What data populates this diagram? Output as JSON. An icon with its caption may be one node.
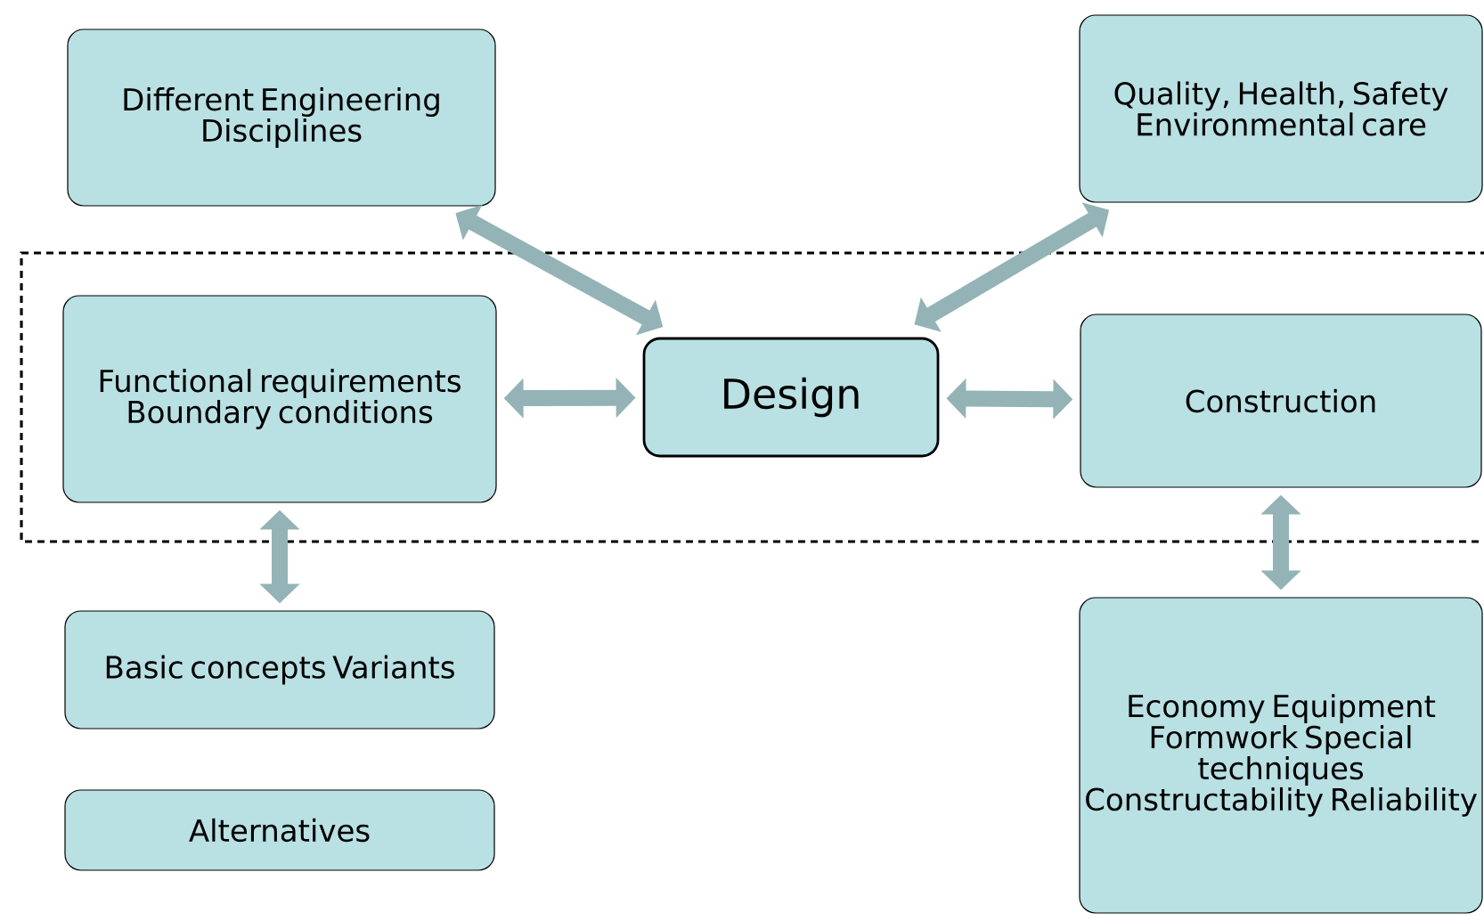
{
  "diagram": {
    "nodes": [
      {
        "text": [
          "Different Engineering Disciplines"
        ]
      },
      {
        "text": [
          "Quality, Health, Safety Environmental care"
        ]
      },
      {
        "text": [
          "Functional requirements Boundary conditions"
        ]
      },
      {
        "text": [
          "Design"
        ]
      },
      {
        "text": [
          "Construction"
        ]
      },
      {
        "text": [
          "Basic concepts Variants"
        ]
      },
      {
        "text": [
          "Alternatives"
        ]
      },
      {
        "text": [
          "Economy Equipment Formwork Special techniques Constructability Reliability"
        ]
      }
    ],
    "edges": [
      {
        "from": 0,
        "to": 3,
        "arrow": "both"
      },
      {
        "from": 1,
        "to": 3,
        "arrow": "both"
      },
      {
        "from": 2,
        "to": 3,
        "arrow": "both"
      },
      {
        "from": 3,
        "to": 4,
        "arrow": "both"
      },
      {
        "from": 2,
        "to": 5,
        "arrow": "both"
      },
      {
        "from": 4,
        "to": 7,
        "arrow": "both"
      }
    ]
  }
}
